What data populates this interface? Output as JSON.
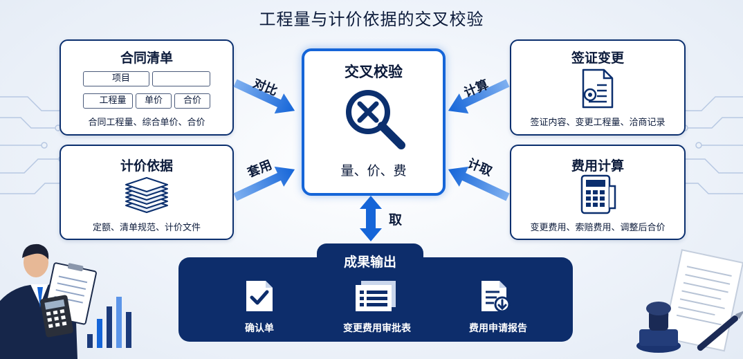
{
  "title": "工程量与计价依据的交叉校验",
  "center": {
    "title": "交叉校验",
    "caption": "量、价、费"
  },
  "contract": {
    "title": "合同清单",
    "cells": [
      "项目",
      "工程量",
      "单价",
      "合价"
    ],
    "caption": "合同工程量、综合单价、合价"
  },
  "pricing": {
    "title": "计价依据",
    "caption": "定额、清单规范、计价文件"
  },
  "visa": {
    "title": "签证变更",
    "caption": "签证内容、变更工程量、洽商记录"
  },
  "cost": {
    "title": "费用计算",
    "caption": "变更费用、索赔费用、调整后合价"
  },
  "arrows": {
    "compare": "对比",
    "apply": "套用",
    "calc": "计算",
    "count": "计取",
    "take": "取"
  },
  "output": {
    "title": "成果输出",
    "items": [
      "确认单",
      "变更费用审批表",
      "费用申请报告"
    ]
  },
  "colors": {
    "navy": "#0d2d6b",
    "blue": "#1565d8",
    "border": "#0b2f6e"
  },
  "icons": [
    "magnifier-x-icon",
    "document-stack-icon",
    "document-seal-icon",
    "calculator-icon",
    "checklist-icon",
    "form-icon",
    "report-download-icon"
  ]
}
